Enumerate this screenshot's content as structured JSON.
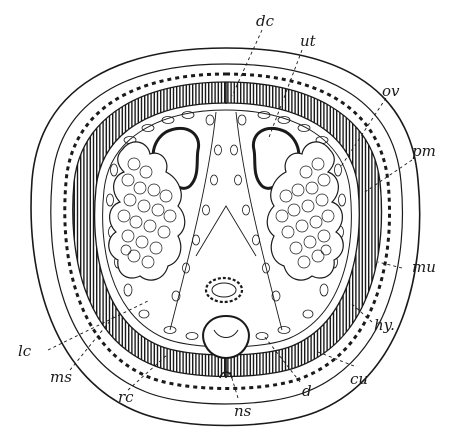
{
  "figure": {
    "labels": {
      "dc": "dc",
      "ut": "ut",
      "ov": "ov",
      "pm": "pm",
      "mu": "mu",
      "hy": "hy.",
      "cu": "cu",
      "d": "d",
      "ns": "ns",
      "rc": "rc",
      "ms": "ms",
      "lc": "lc"
    }
  }
}
